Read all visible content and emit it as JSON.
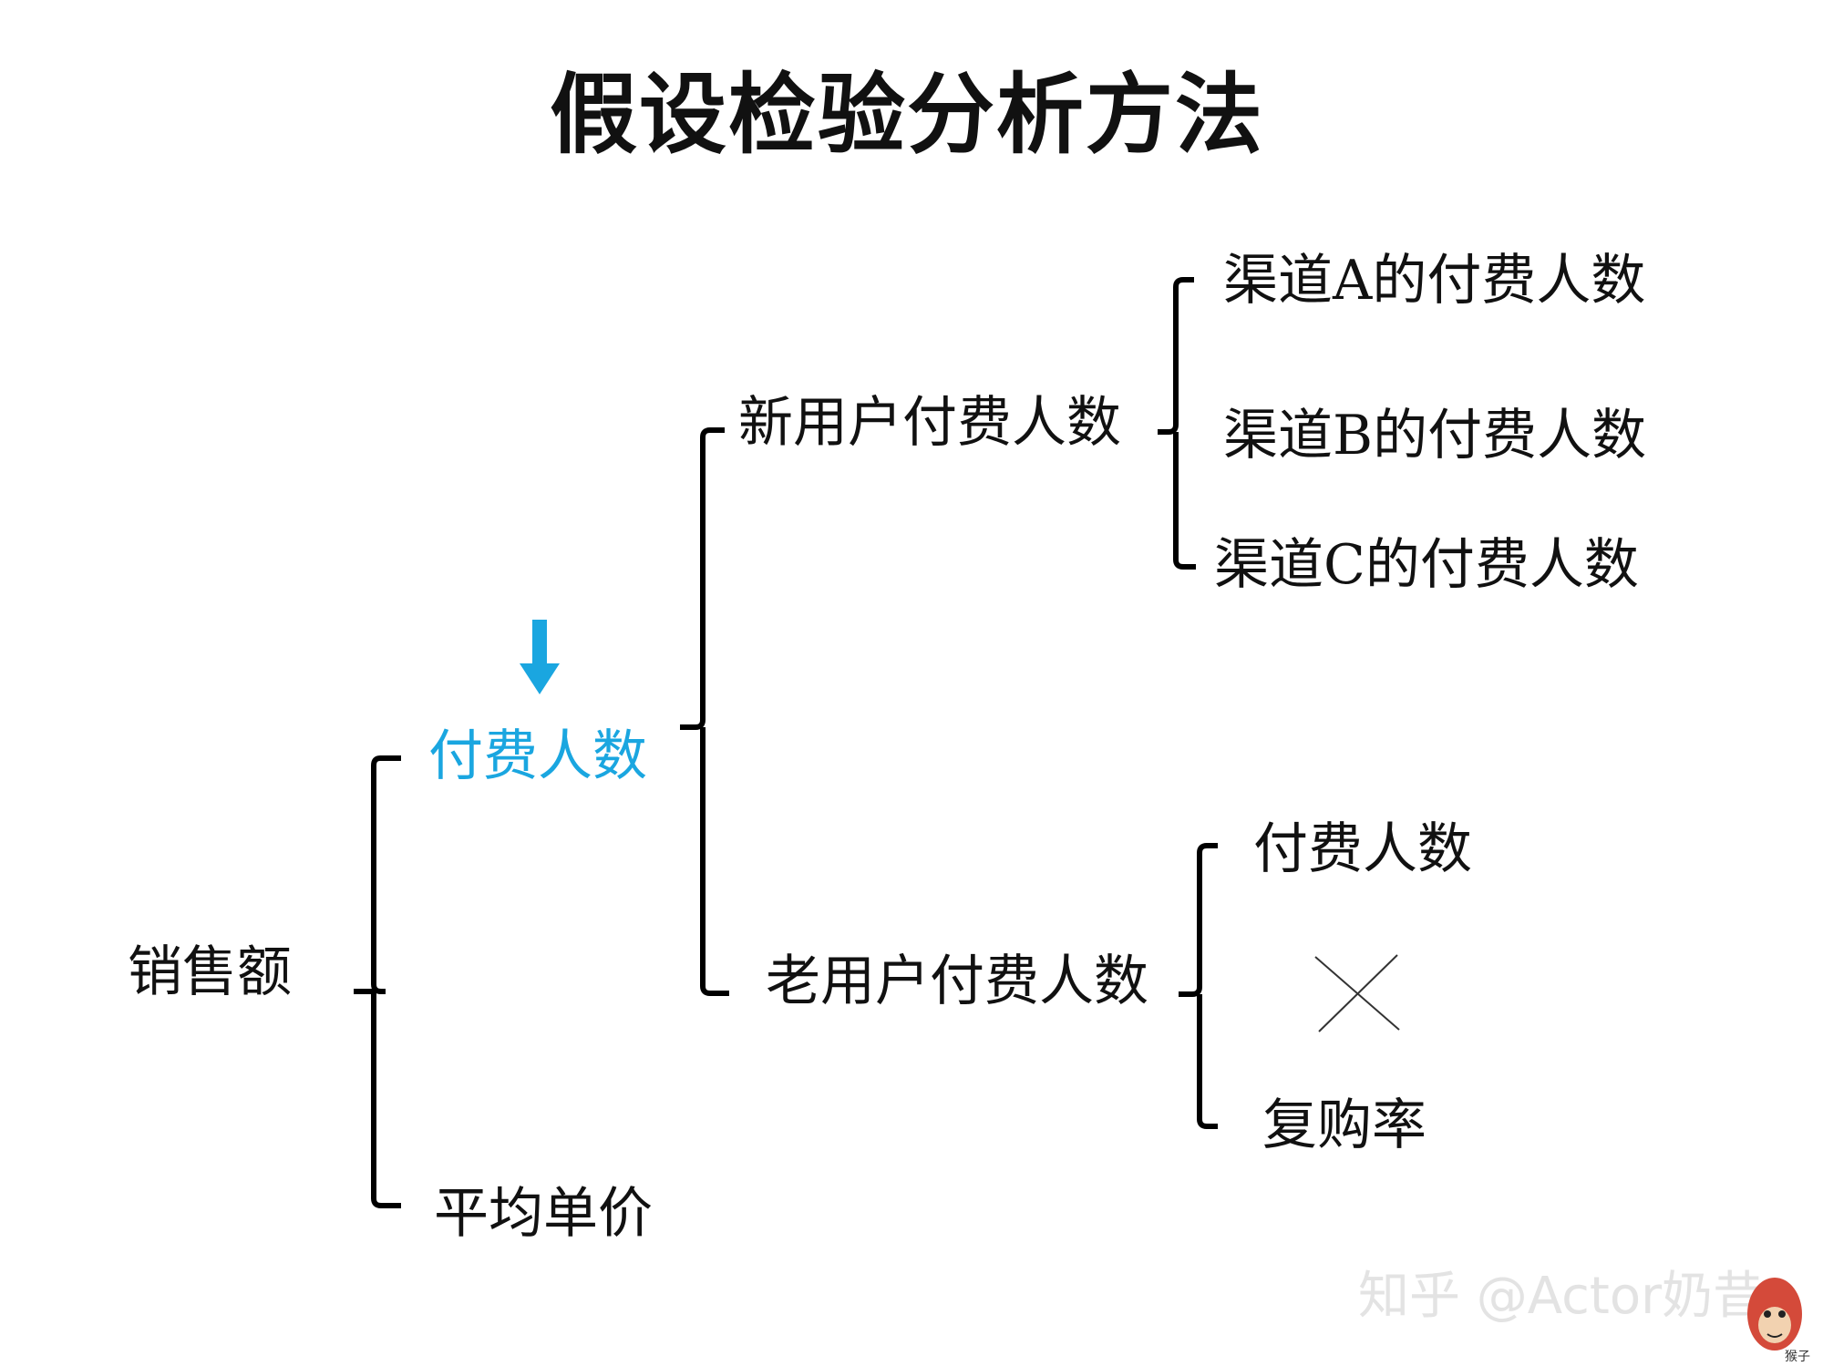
{
  "title": "假设检验分析方法",
  "nodes": {
    "root": "销售额",
    "paid_users": "付费人数",
    "avg_price": "平均单价",
    "new_paid": "新用户付费人数",
    "old_paid": "老用户付费人数",
    "channel_a": "渠道A的付费人数",
    "channel_b": "渠道B的付费人数",
    "channel_c": "渠道C的付费人数",
    "old_paid_count": "付费人数",
    "repurchase_rate": "复购率"
  },
  "watermark": "知乎 @Actor奶昔",
  "avatar_label": "猴子",
  "colors": {
    "highlight": "#1aa6e0",
    "text": "#111111",
    "watermark": "#e3e3e3"
  },
  "icons": {
    "highlight_arrow": "down-arrow-icon",
    "multiply": "multiply-icon"
  }
}
